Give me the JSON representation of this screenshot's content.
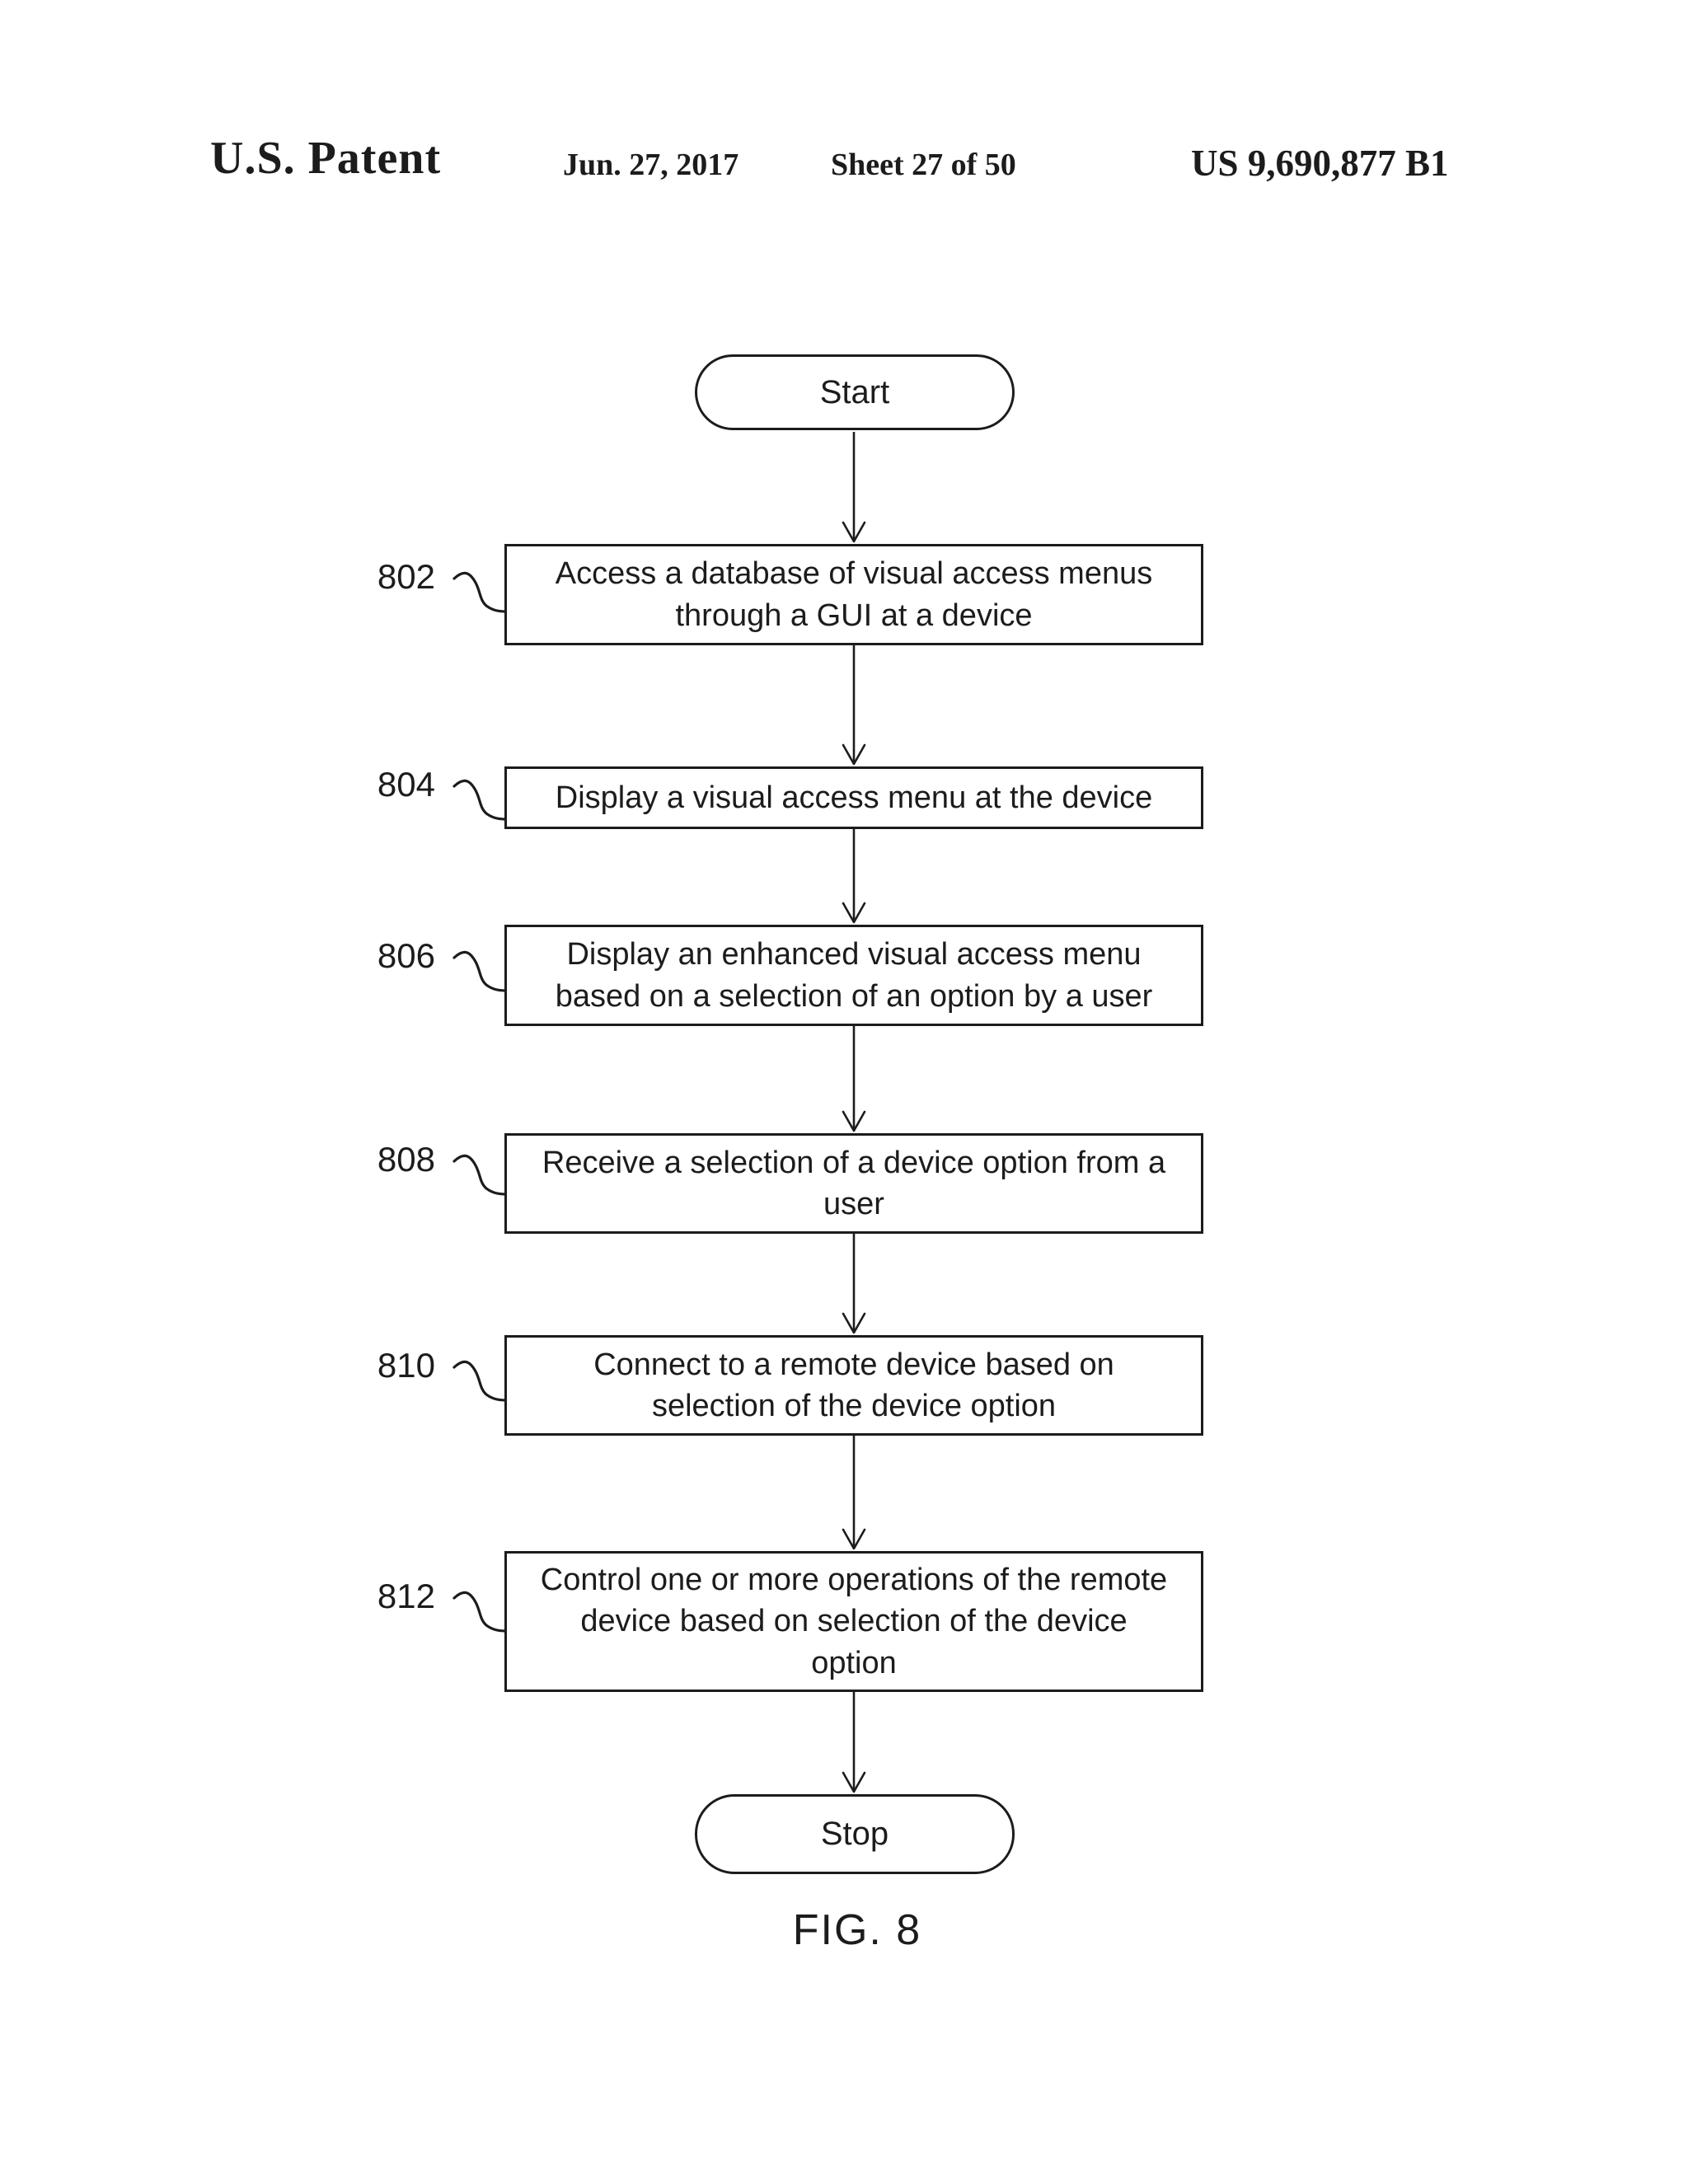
{
  "header": {
    "title": "U.S. Patent",
    "date": "Jun. 27, 2017",
    "sheet_info": "Sheet 27 of 50",
    "patent_number": "US 9,690,877 B1"
  },
  "figure": {
    "caption": "FIG. 8",
    "start_label": "Start",
    "stop_label": "Stop",
    "steps": [
      {
        "ref": "802",
        "text": "Access a database of visual access menus\nthrough a GUI at a device"
      },
      {
        "ref": "804",
        "text": "Display a visual access menu at the device"
      },
      {
        "ref": "806",
        "text": "Display an enhanced visual access menu\nbased on a selection of an option by a user"
      },
      {
        "ref": "808",
        "text": "Receive a selection of a device option  from a\nuser"
      },
      {
        "ref": "810",
        "text": "Connect to a remote device based on\nselection of the device option"
      },
      {
        "ref": "812",
        "text": "Control one or more operations of the remote\ndevice based on selection of the device\noption"
      }
    ],
    "colors": {
      "ink": "#1c1c1c",
      "background": "#ffffff"
    }
  }
}
